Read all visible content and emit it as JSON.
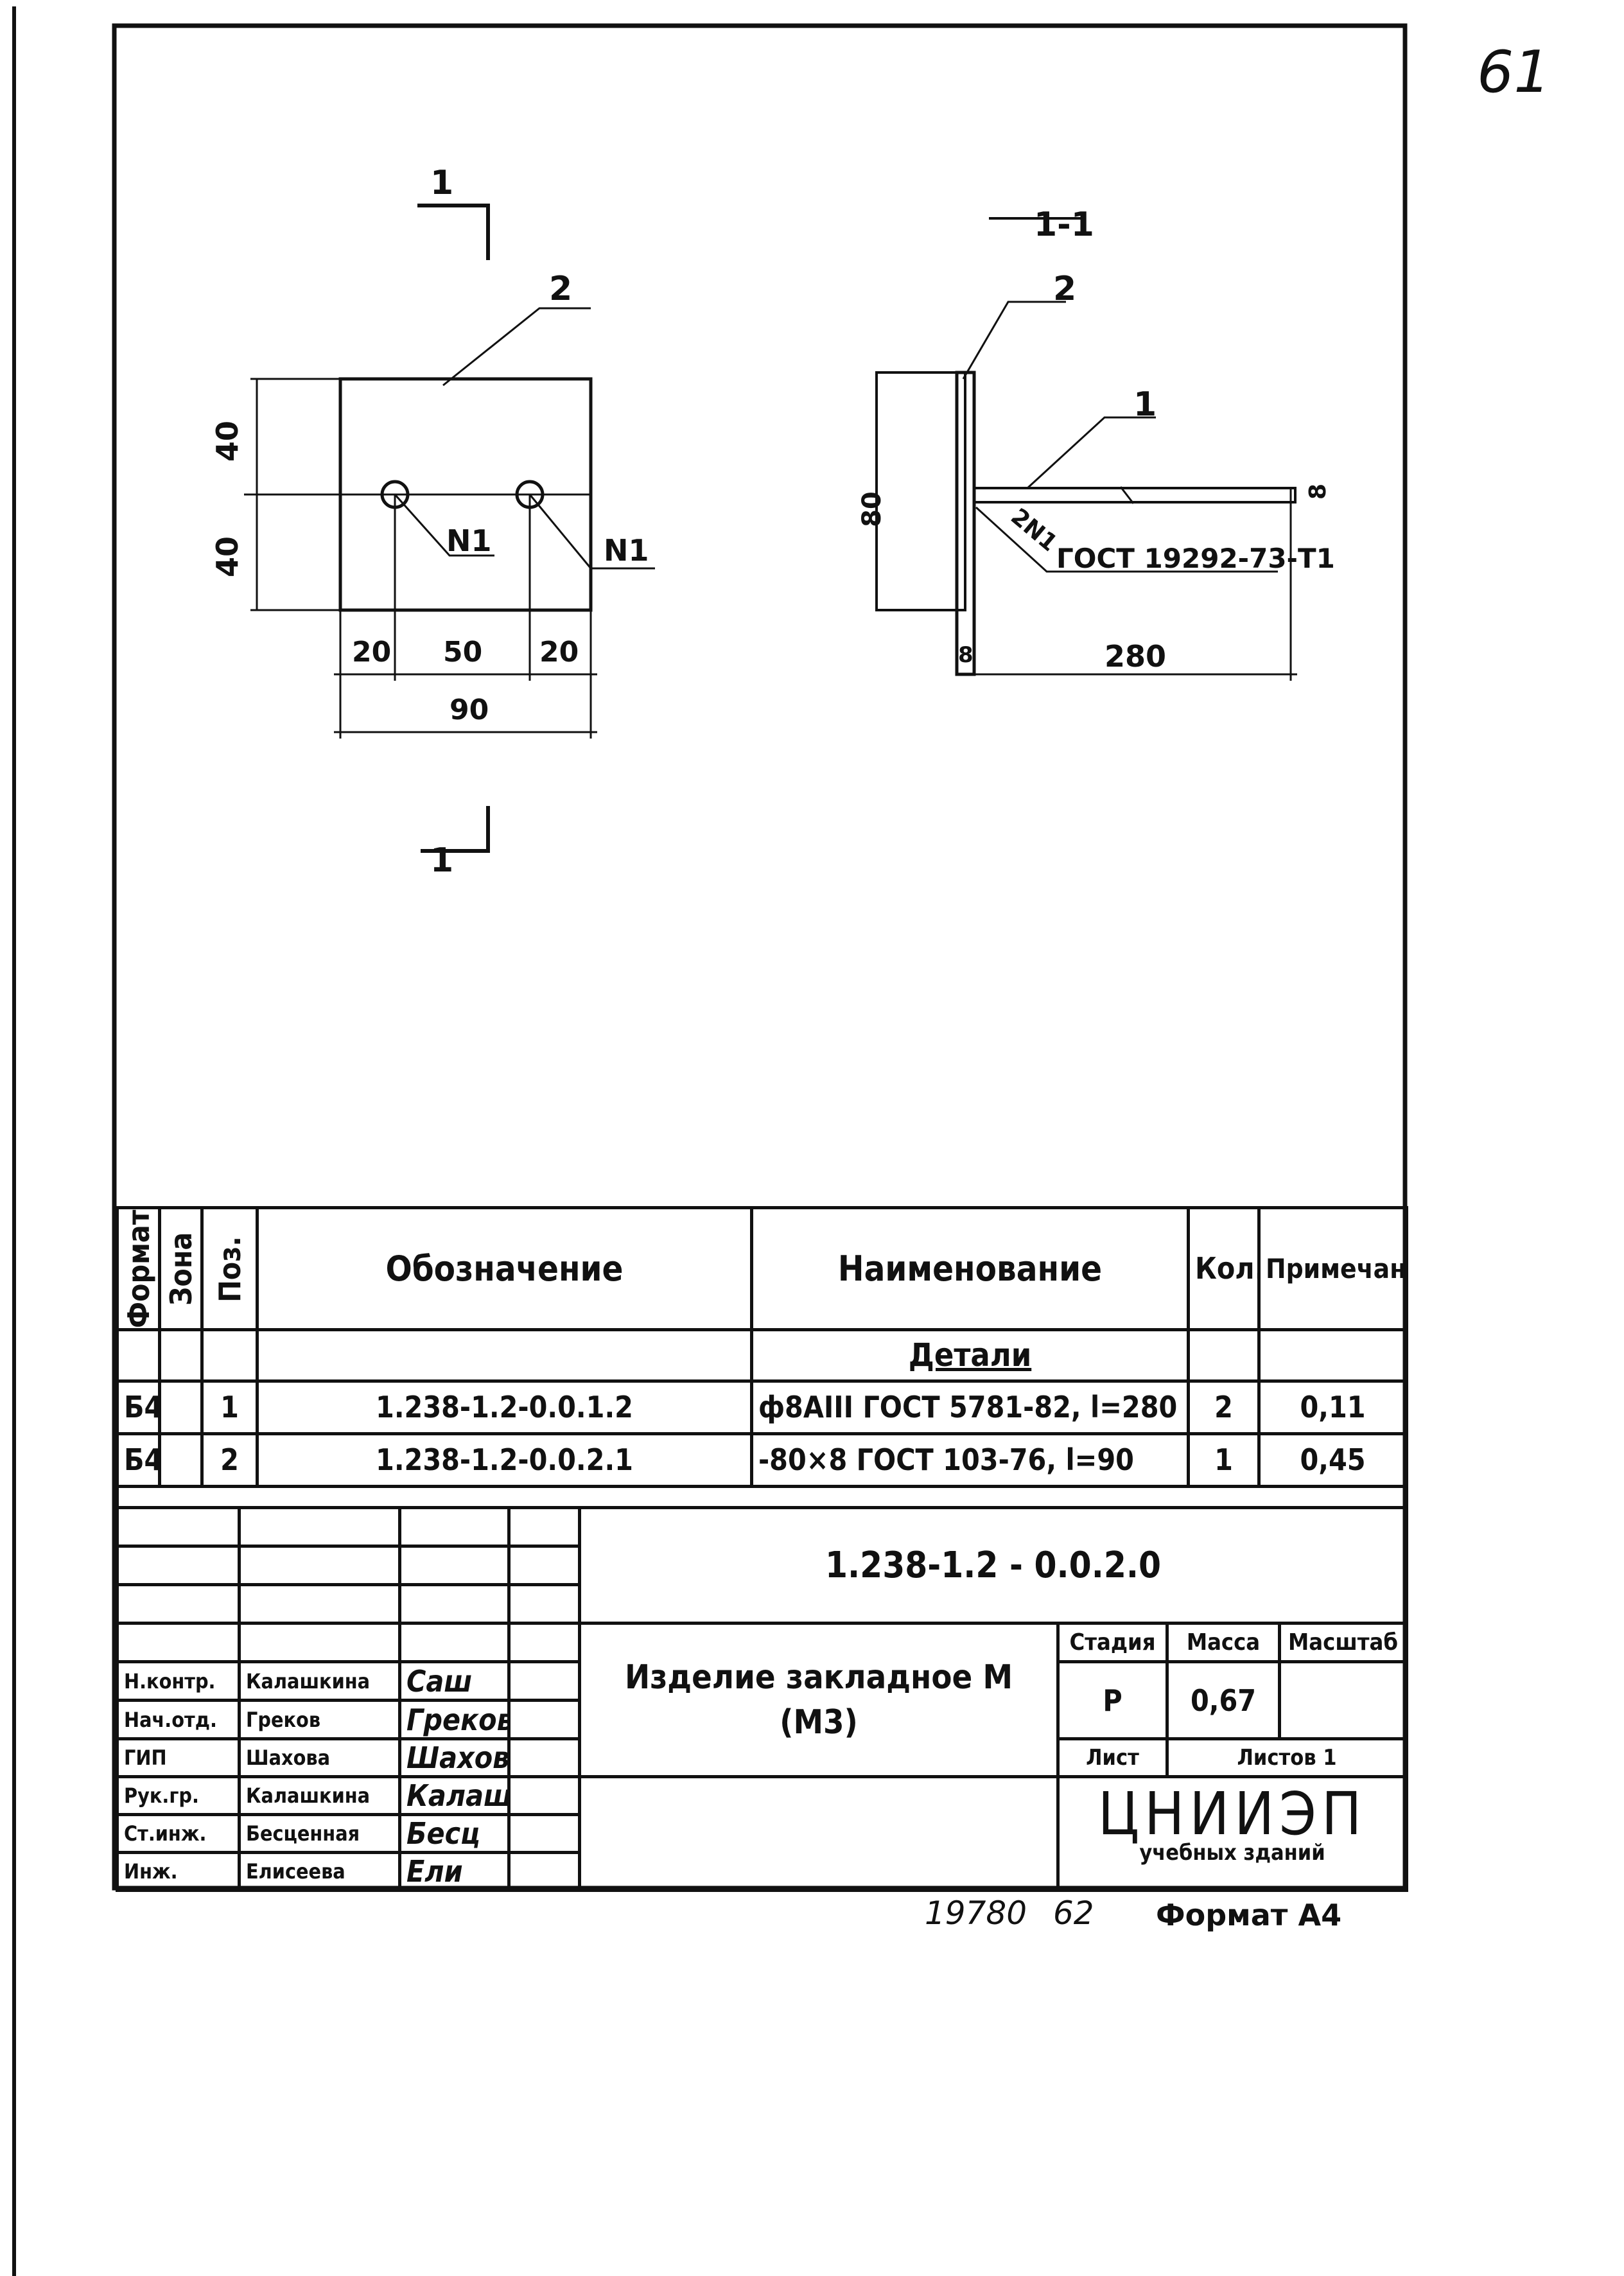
{
  "page_number": "61",
  "drawing": {
    "section_mark": "1",
    "section_title": "1-1",
    "part1_label": "1",
    "part2_label": "2",
    "leader_n1": "N1",
    "weld_label": "2N1",
    "weld_standard": "ГОСТ 19292-73-Т1",
    "dims_plan": {
      "h_top": "40",
      "h_bottom": "40",
      "w_left": "20",
      "w_mid": "50",
      "w_right": "20",
      "w_total": "90"
    },
    "dims_section": {
      "height": "80",
      "thickness": "8",
      "bar_diameter": "8",
      "length": "280"
    }
  },
  "spec": {
    "headers": {
      "format": "Формат",
      "zone": "Зона",
      "pos": "Поз.",
      "designation": "Обозначение",
      "name": "Наименование",
      "qty": "Кол.",
      "note": "Примечание"
    },
    "section": "Детали",
    "rows": [
      {
        "format": "Б4",
        "pos": "1",
        "designation": "1.238-1.2-0.0.1.2",
        "name": "ф8АIII ГОСТ 5781-82, l=280",
        "qty": "2",
        "note": "0,11"
      },
      {
        "format": "Б4",
        "pos": "2",
        "designation": "1.238-1.2-0.0.2.1",
        "name": "-80×8 ГОСТ 103-76, l=90",
        "qty": "1",
        "note": "0,45"
      }
    ]
  },
  "stamp": {
    "doc_code": "1.238-1.2 - 0.0.2.0",
    "title_line1": "Изделие закладное М",
    "title_line2": "(М3)",
    "stage_label": "Стадия",
    "mass_label": "Масса",
    "scale_label": "Масштаб",
    "stage": "Р",
    "mass": "0,67",
    "sheet_label": "Лист",
    "sheets_label": "Листов 1",
    "org_name": "ЦНИИЭП",
    "org_sub": "учебных зданий",
    "people": [
      {
        "role": "Н.контр.",
        "name": "Калашкина",
        "sig": "Саш"
      },
      {
        "role": "Нач.отд.",
        "name": "Греков",
        "sig": "Греков"
      },
      {
        "role": "ГИП",
        "name": "Шахова",
        "sig": "Шахова"
      },
      {
        "role": "Рук.гр.",
        "name": "Калашкина",
        "sig": "Калаш"
      },
      {
        "role": "Ст.инж.",
        "name": "Бесценная",
        "sig": "Бесц"
      },
      {
        "role": "Инж.",
        "name": "Елисеева",
        "sig": "Ели"
      }
    ]
  },
  "footer": {
    "archive_no": "19780",
    "sheet_no": "62",
    "format": "Формат А4"
  }
}
